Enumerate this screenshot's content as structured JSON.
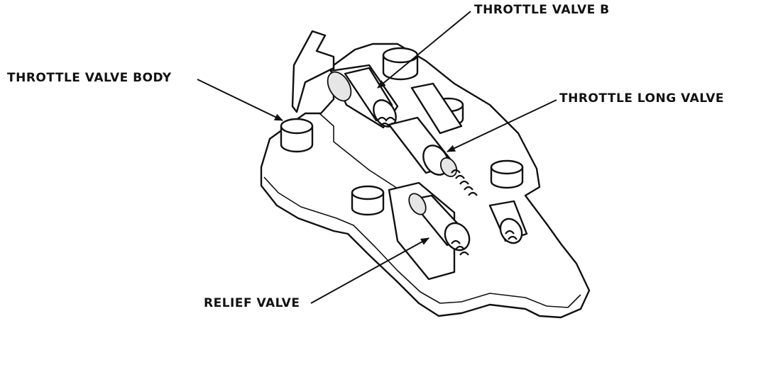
{
  "labels": {
    "throttle_valve_b": "THROTTLE VALVE B",
    "throttle_valve_body": "THROTTLE VALVE BODY",
    "throttle_long_valve": "THROTTLE LONG VALVE",
    "relief_valve": "RELIEF VALVE"
  }
}
